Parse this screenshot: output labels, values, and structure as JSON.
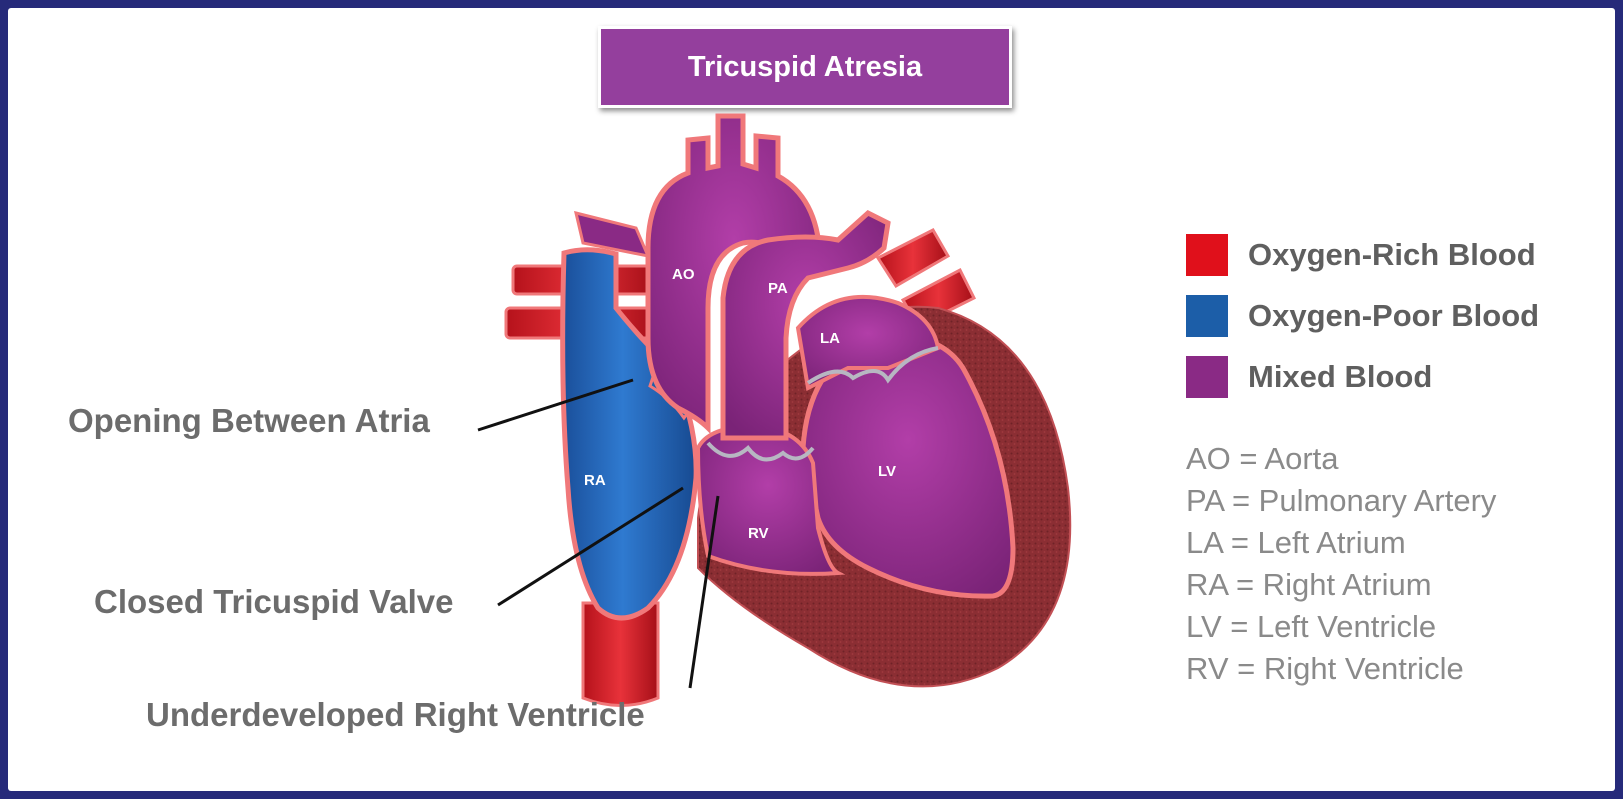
{
  "title": "Tricuspid Atresia",
  "legend": [
    {
      "label": "Oxygen-Rich Blood",
      "color": "#e0101b"
    },
    {
      "label": "Oxygen-Poor Blood",
      "color": "#1c5ea8"
    },
    {
      "label": "Mixed Blood",
      "color": "#8a2a85"
    }
  ],
  "abbreviations": [
    "AO = Aorta",
    "PA = Pulmonary Artery",
    "LA = Left Atrium",
    "RA = Right Atrium",
    "LV = Left Ventricle",
    "RV = Right Ventricle"
  ],
  "callouts": {
    "opening": "Opening Between Atria",
    "valve": "Closed Tricuspid Valve",
    "ventricle": "Underdeveloped Right Ventricle"
  },
  "chambers": {
    "ao": "AO",
    "pa": "PA",
    "la": "LA",
    "ra": "RA",
    "lv": "LV",
    "rv": "RV"
  },
  "colors": {
    "border": "#262a7a",
    "muscle": "#8b2e33",
    "wall": "#f0787a",
    "mixed": "#8a2a85",
    "oxygen_rich": "#e0101b",
    "oxygen_poor": "#1c5ea8"
  }
}
